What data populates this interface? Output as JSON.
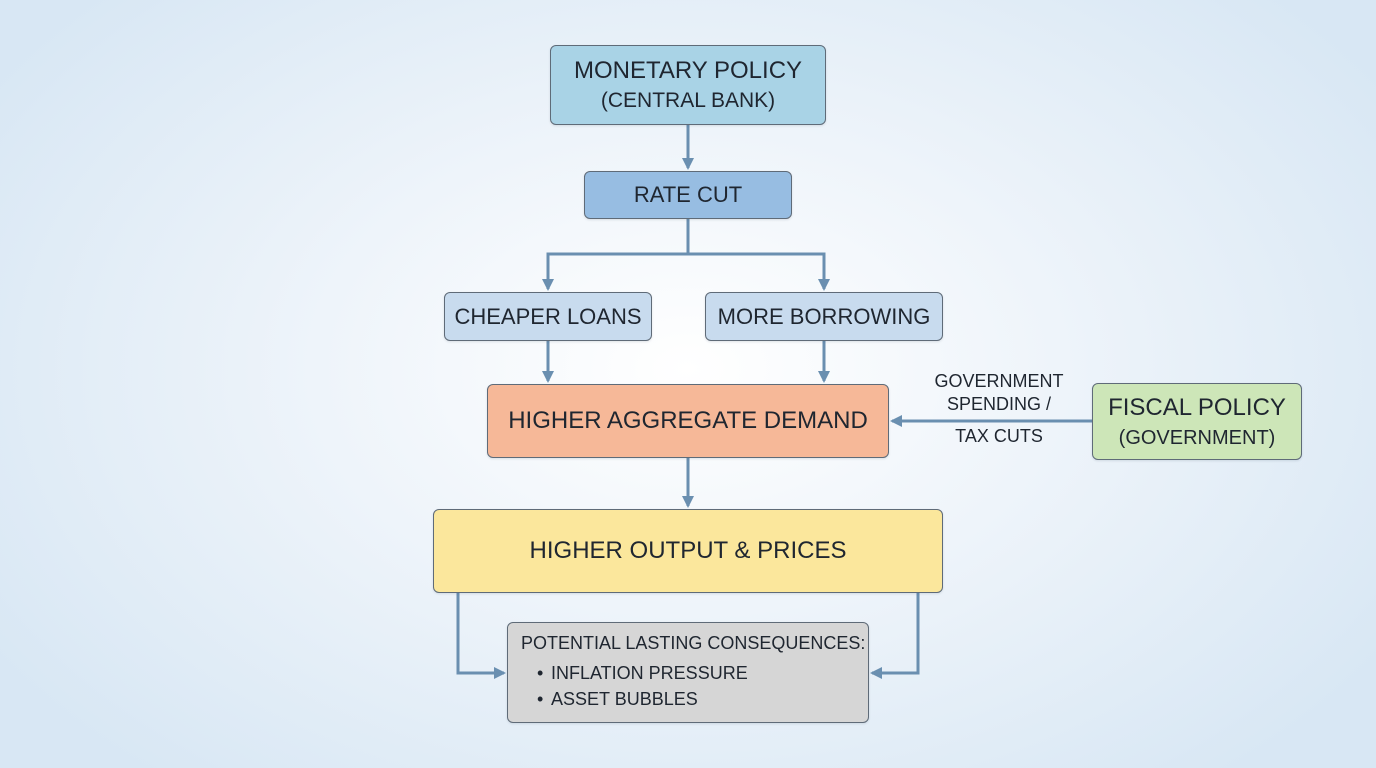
{
  "nodes": {
    "monetary_policy": {
      "line1": "MONETARY POLICY",
      "line2": "(CENTRAL BANK)",
      "color": "#a9d3e6"
    },
    "rate_cut": {
      "label": "RATE CUT",
      "color": "#97bde2"
    },
    "cheaper_loans": {
      "label": "CHEAPER LOANS",
      "color": "#c8dbee"
    },
    "more_borrowing": {
      "label": "MORE BORROWING",
      "color": "#c8dbee"
    },
    "higher_aggregate_demand": {
      "label": "HIGHER AGGREGATE DEMAND",
      "color": "#f6b898"
    },
    "fiscal_policy": {
      "line1": "FISCAL POLICY",
      "line2": "(GOVERNMENT)",
      "color": "#cde6b8"
    },
    "higher_output_prices": {
      "label": "HIGHER OUTPUT & PRICES",
      "color": "#fbe79c"
    },
    "consequences": {
      "title": "POTENTIAL LASTING CONSEQUENCES:",
      "items": [
        "INFLATION PRESSURE",
        "ASSET BUBBLES"
      ],
      "bullet": "•",
      "color": "#d6d6d6"
    }
  },
  "edge_labels": {
    "fiscal_to_demand": {
      "line1": "GOVERNMENT",
      "line2": "SPENDING /",
      "line3": "TAX CUTS"
    }
  },
  "colors": {
    "arrow": "#6a8fb0",
    "box_border": "#5f6b78",
    "text": "#1f2630"
  }
}
